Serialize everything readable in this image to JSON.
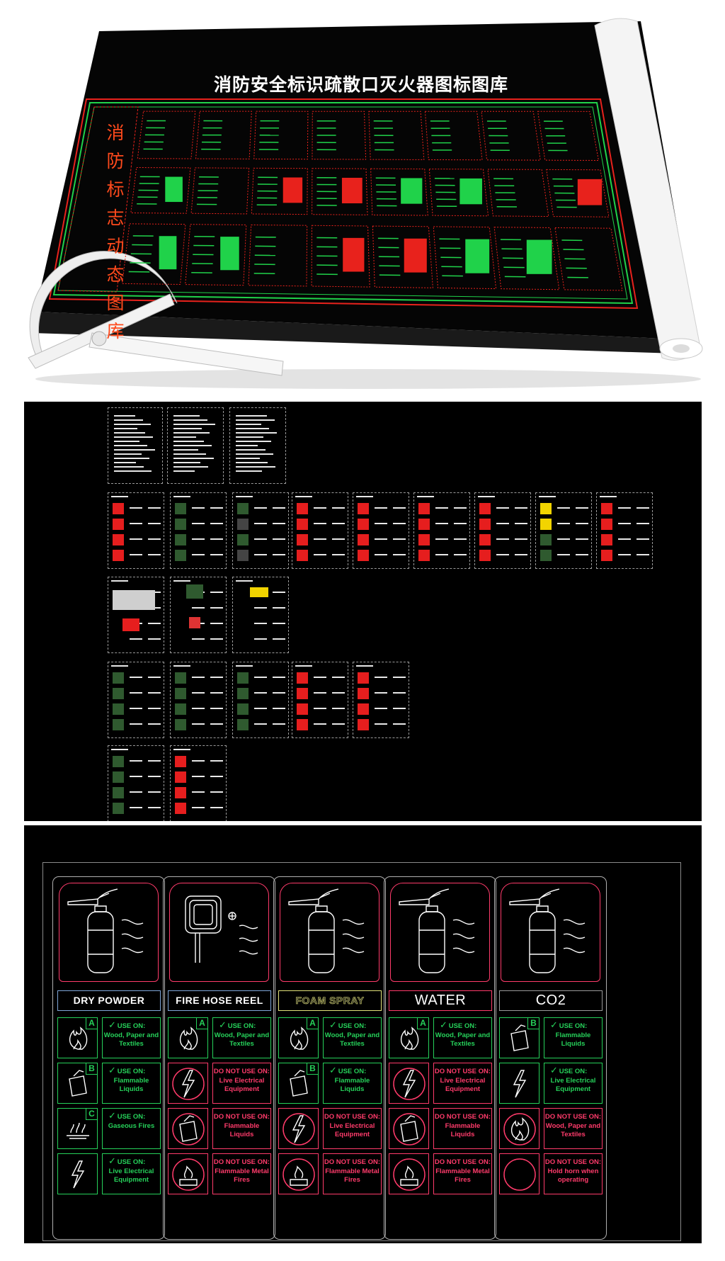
{
  "poster": {
    "title": "消防安全标识疏散口灭火器图标图库",
    "side_text": "消防标志动态图库"
  },
  "overview": {
    "description_visible": false
  },
  "labels": {
    "use_on": "USE ON:",
    "do_not_use_on": "DO NOT USE ON:",
    "cards": [
      {
        "name": "DRY POWDER",
        "rows": [
          {
            "kind": "use",
            "class": "A",
            "icon": "fire-icon",
            "text": "Wood, Paper and Textiles"
          },
          {
            "kind": "use",
            "class": "B",
            "icon": "fuel-can-icon",
            "text": "Flammable Liquids"
          },
          {
            "kind": "use",
            "class": "C",
            "icon": "gas-burner-icon",
            "text": "Gaseous Fires"
          },
          {
            "kind": "use",
            "class": "",
            "icon": "lightning-icon",
            "text": "Live Electrical Equipment"
          }
        ]
      },
      {
        "name": "FIRE HOSE REEL",
        "rows": [
          {
            "kind": "use",
            "class": "A",
            "icon": "fire-icon",
            "text": "Wood, Paper and Textiles"
          },
          {
            "kind": "no",
            "class": "",
            "icon": "lightning-icon",
            "text": "Live Electrical Equipment"
          },
          {
            "kind": "no",
            "class": "",
            "icon": "fuel-can-icon",
            "text": "Flammable Liquids"
          },
          {
            "kind": "no",
            "class": "",
            "icon": "metal-fire-icon",
            "text": "Flammable Metal Fires"
          }
        ]
      },
      {
        "name": "FOAM SPRAY",
        "rows": [
          {
            "kind": "use",
            "class": "A",
            "icon": "fire-icon",
            "text": "Wood, Paper and Textiles"
          },
          {
            "kind": "use",
            "class": "B",
            "icon": "fuel-can-icon",
            "text": "Flammable Liquids"
          },
          {
            "kind": "no",
            "class": "",
            "icon": "lightning-icon",
            "text": "Live Electrical Equipment"
          },
          {
            "kind": "no",
            "class": "",
            "icon": "metal-fire-icon",
            "text": "Flammable Metal Fires"
          }
        ]
      },
      {
        "name": "WATER",
        "rows": [
          {
            "kind": "use",
            "class": "A",
            "icon": "fire-icon",
            "text": "Wood, Paper and Textiles"
          },
          {
            "kind": "no",
            "class": "",
            "icon": "lightning-icon",
            "text": "Live Electrical Equipment"
          },
          {
            "kind": "no",
            "class": "",
            "icon": "fuel-can-icon",
            "text": "Flammable Liquids"
          },
          {
            "kind": "no",
            "class": "",
            "icon": "metal-fire-icon",
            "text": "Flammable Metal Fires"
          }
        ]
      },
      {
        "name": "CO2",
        "rows": [
          {
            "kind": "use",
            "class": "B",
            "icon": "fuel-can-icon",
            "text": "Flammable Liquids"
          },
          {
            "kind": "use",
            "class": "",
            "icon": "lightning-icon",
            "text": "Live Electrical Equipment"
          },
          {
            "kind": "no",
            "class": "",
            "icon": "fire-icon",
            "text": "Wood, Paper and Textiles"
          },
          {
            "kind": "no",
            "class": "",
            "icon": "empty-circle-icon",
            "text": "Hold horn when operating"
          }
        ]
      }
    ]
  },
  "colors": {
    "cad_green": "#26d15a",
    "cad_red": "#ff3b6b",
    "poster_red": "#e8221c",
    "side_text": "#ff4a1c"
  }
}
